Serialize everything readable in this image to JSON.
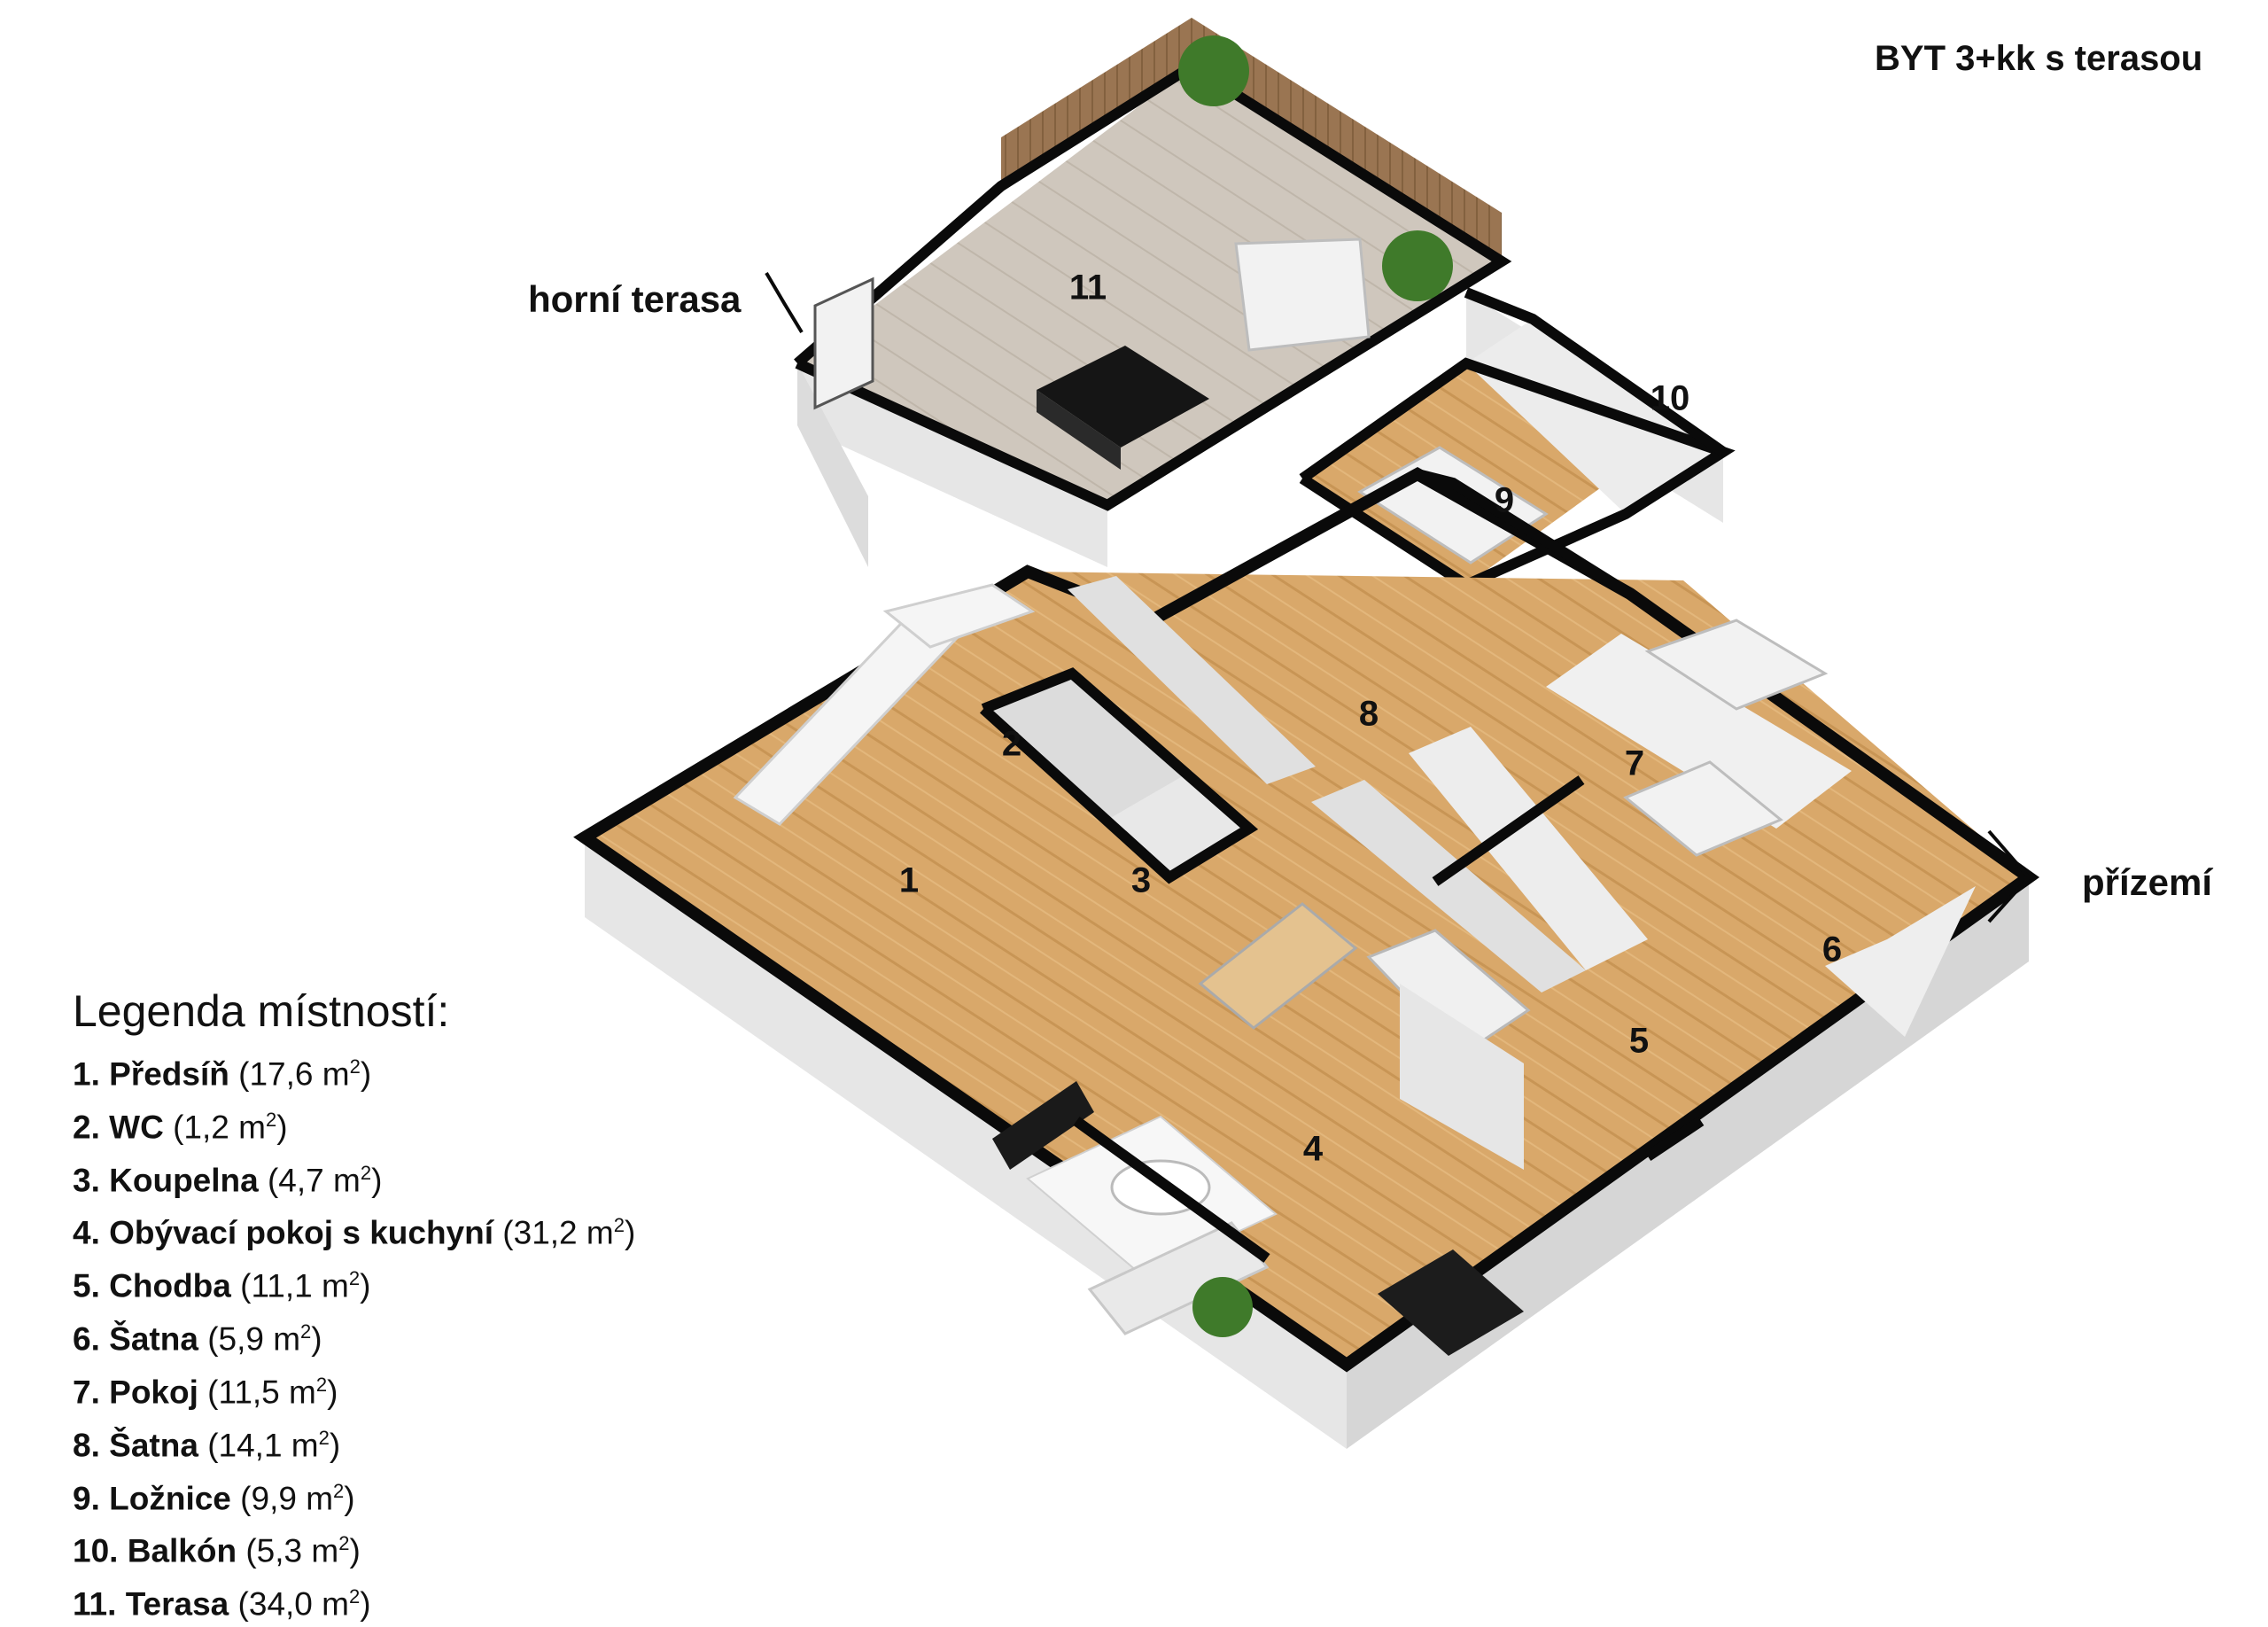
{
  "title": "BYT 3+kk s terasou",
  "levels": {
    "upper": "horní terasa",
    "ground": "přízemí"
  },
  "room_numbers": [
    "1",
    "2",
    "3",
    "4",
    "5",
    "6",
    "7",
    "8",
    "9",
    "10",
    "11"
  ],
  "legend": {
    "heading": "Legenda místností:",
    "items": [
      {
        "num": "1.",
        "name": "Předsíň",
        "area": "(17,6 m",
        "sup": "2",
        "close": ")"
      },
      {
        "num": "2.",
        "name": "WC",
        "area": "(1,2 m",
        "sup": "2",
        "close": ")"
      },
      {
        "num": "3.",
        "name": "Koupelna",
        "area": "(4,7 m",
        "sup": "2",
        "close": ")"
      },
      {
        "num": "4.",
        "name": "Obývací pokoj s kuchyní",
        "area": "(31,2 m",
        "sup": "2",
        "close": ")"
      },
      {
        "num": "5.",
        "name": "Chodba",
        "area": "(11,1 m",
        "sup": "2",
        "close": ")"
      },
      {
        "num": "6.",
        "name": "Šatna",
        "area": "(5,9 m",
        "sup": "2",
        "close": ")"
      },
      {
        "num": "7.",
        "name": "Pokoj",
        "area": "(11,5 m",
        "sup": "2",
        "close": ")"
      },
      {
        "num": "8.",
        "name": "Šatna",
        "area": "(14,1 m",
        "sup": "2",
        "close": ")"
      },
      {
        "num": "9.",
        "name": "Ložnice",
        "area": "(9,9 m",
        "sup": "2",
        "close": ")"
      },
      {
        "num": "10.",
        "name": "Balkón",
        "area": "(5,3 m",
        "sup": "2",
        "close": ")"
      },
      {
        "num": "11.",
        "name": "Terasa",
        "area": "(34,0 m",
        "sup": "2",
        "close": ")"
      }
    ]
  },
  "colors": {
    "wall_top": "#0a0a0a",
    "wall_side": "#e6e6e6",
    "floor_wood": "#d9a86a",
    "floor_terrace": "#cfc7bd",
    "fence_wood": "#9a7552",
    "furniture": "#f2f2f2",
    "plant": "#3f7a2a"
  }
}
